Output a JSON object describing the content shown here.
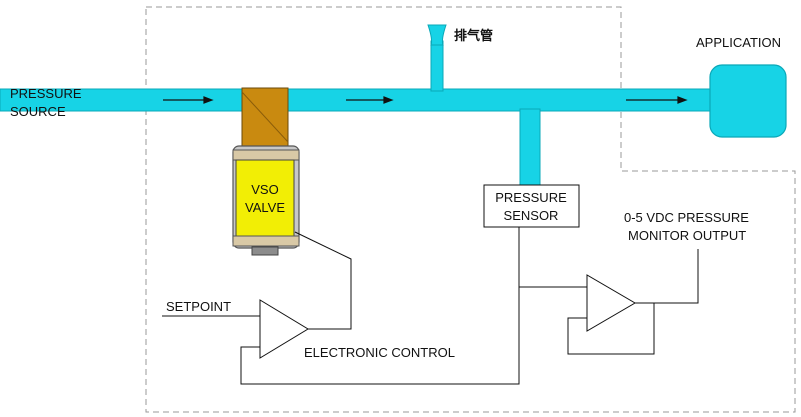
{
  "labels": {
    "pressure_source": [
      "PRESSURE",
      "SOURCE"
    ],
    "exhaust": "排气管",
    "application": "APPLICATION",
    "vso_valve": [
      "VSO",
      "VALVE"
    ],
    "pressure_sensor": [
      "PRESSURE",
      "SENSOR"
    ],
    "monitor_output": [
      "0-5 VDC PRESSURE",
      "MONITOR OUTPUT"
    ],
    "setpoint": "SETPOINT",
    "electronic_control": "ELECTRONIC CONTROL"
  },
  "colors": {
    "pipe": "#17d3e6",
    "valve_body": "#f2ee05",
    "valve_top": "#c98a10",
    "valve_frame": "#c8c8c8",
    "border": "#9a9a9a"
  },
  "icons": [
    "flow-arrow-icon",
    "opamp-icon"
  ]
}
